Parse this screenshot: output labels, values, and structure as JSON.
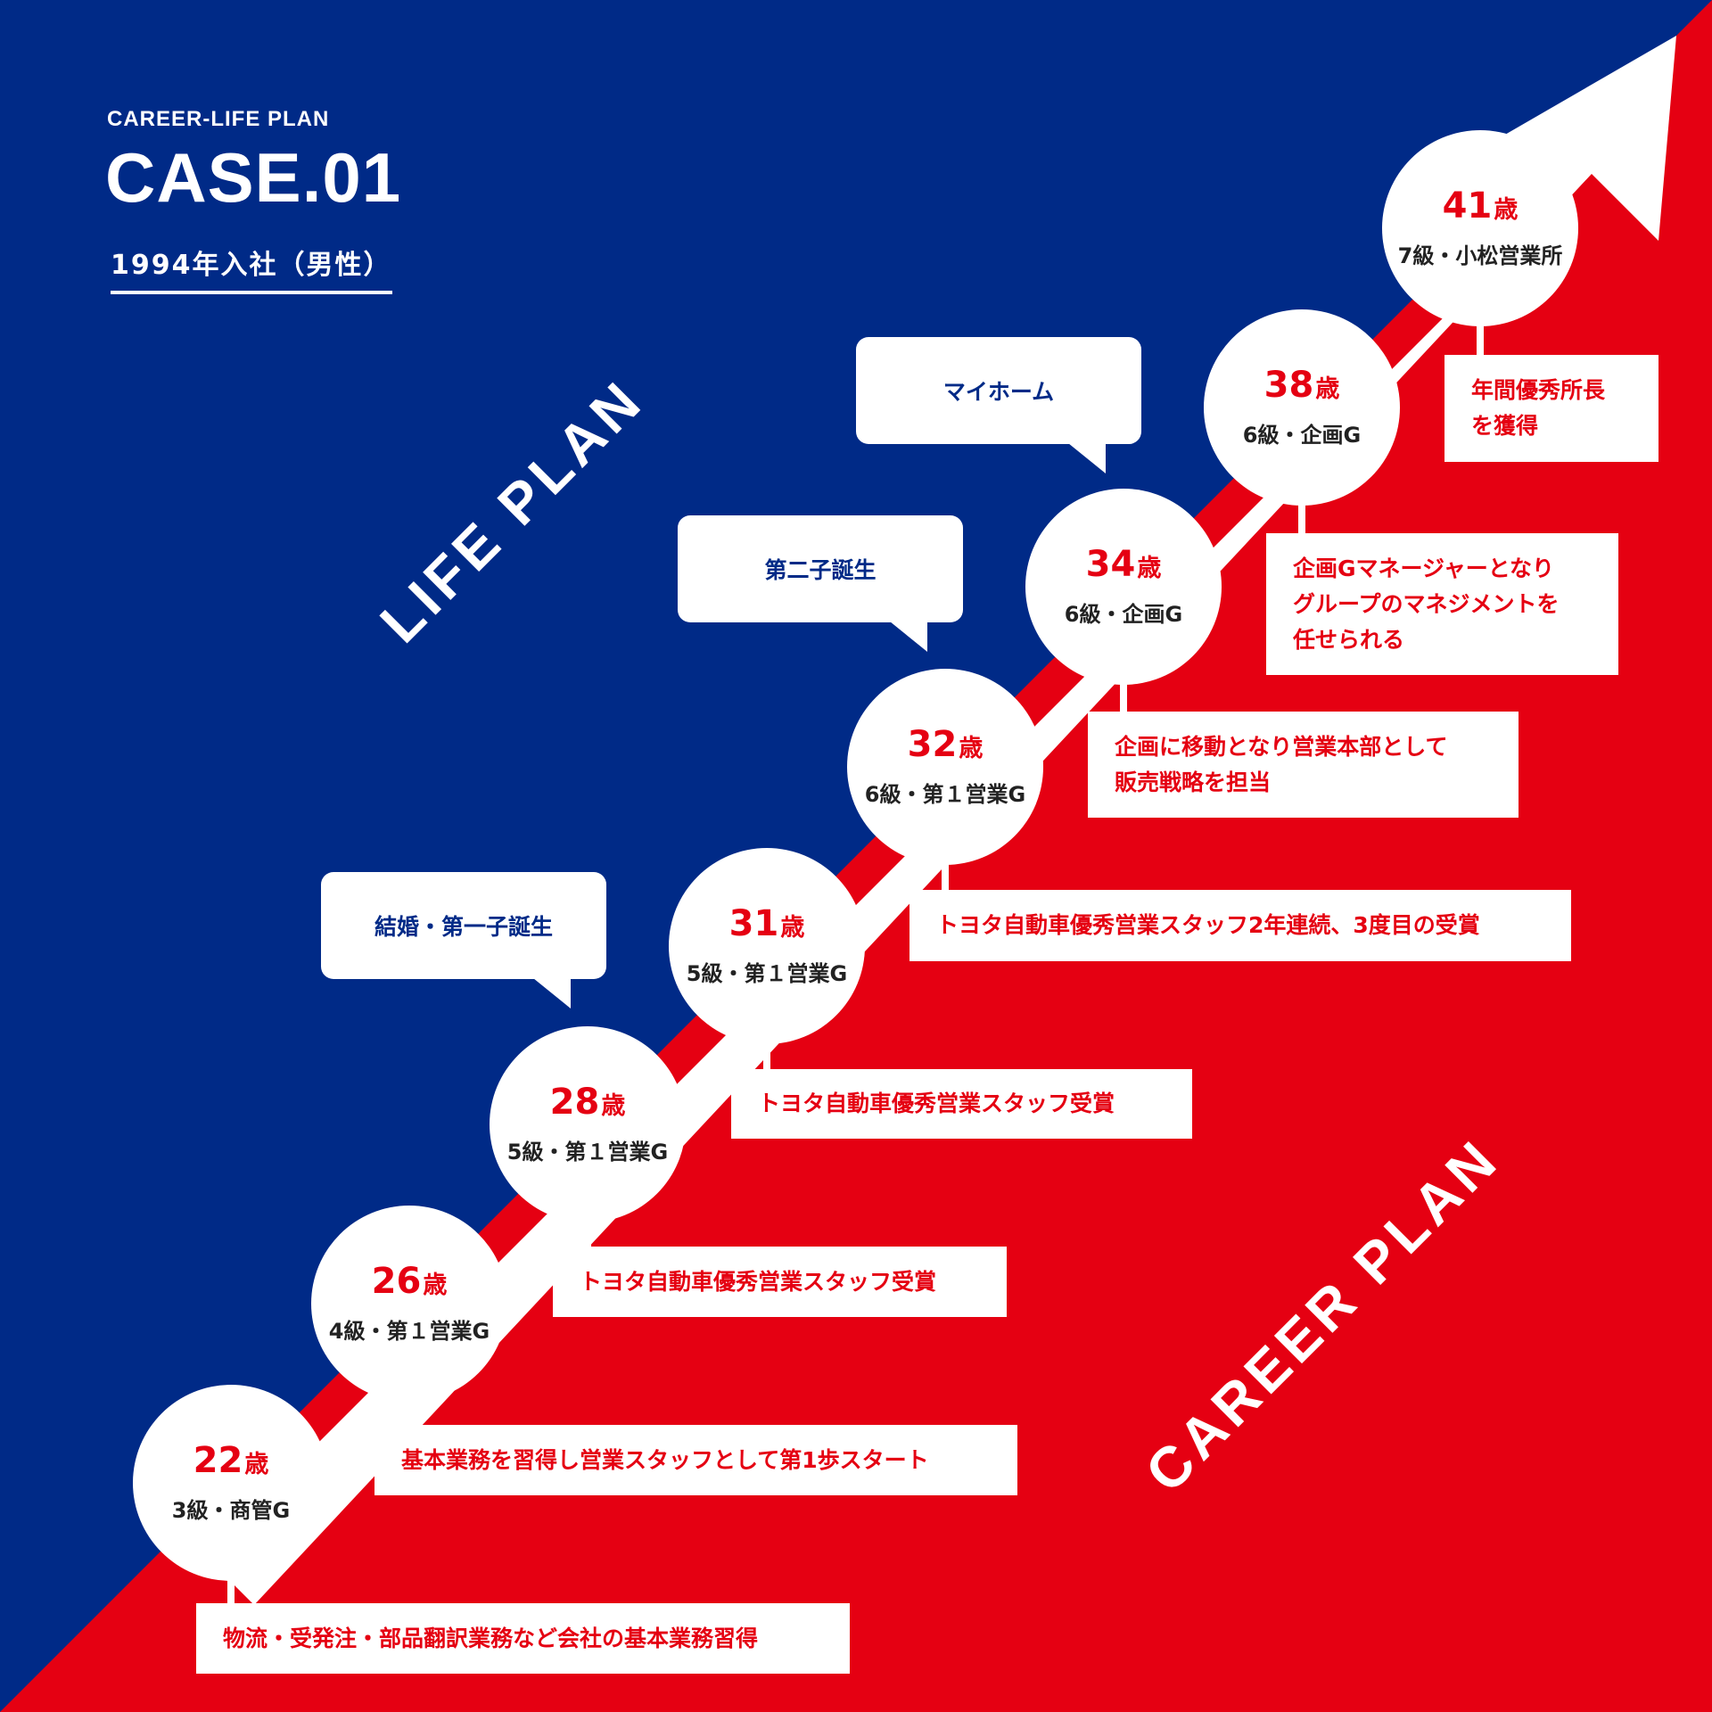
{
  "colors": {
    "life_blue": "#002a87",
    "career_red": "#e50012",
    "white": "#ffffff",
    "post_text": "#222222"
  },
  "header": {
    "subtitle": "CAREER-LIFE PLAN",
    "title": "CASE.01",
    "meta": "1994年入社（男性）"
  },
  "labels": {
    "life_plan": "LIFE PLAN",
    "career_plan": "CAREER PLAN"
  },
  "milestones": [
    {
      "age": "22",
      "unit": "歳",
      "post": "3級・商管G",
      "career": [
        "物流・受発注・部品翻訳業務など会社の基本業務習得"
      ]
    },
    {
      "age": "26",
      "unit": "歳",
      "post": "4級・第１営業G",
      "career": [
        "基本業務を習得し営業スタッフとして第1歩スタート"
      ]
    },
    {
      "age": "28",
      "unit": "歳",
      "post": "5級・第１営業G",
      "career": [
        "トヨタ自動車優秀営業スタッフ受賞"
      ]
    },
    {
      "age": "31",
      "unit": "歳",
      "post": "5級・第１営業G",
      "career": [
        "トヨタ自動車優秀営業スタッフ受賞"
      ]
    },
    {
      "age": "32",
      "unit": "歳",
      "post": "6級・第１営業G",
      "career": [
        "トヨタ自動車優秀営業スタッフ2年連続、3度目の受賞"
      ]
    },
    {
      "age": "34",
      "unit": "歳",
      "post": "6級・企画G",
      "career": [
        "企画に移動となり営業本部として",
        "販売戦略を担当"
      ]
    },
    {
      "age": "38",
      "unit": "歳",
      "post": "6級・企画G",
      "career": [
        "企画Gマネージャーとなり",
        "グループのマネジメントを",
        "任せられる"
      ]
    },
    {
      "age": "41",
      "unit": "歳",
      "post": "7級・小松営業所",
      "career": [
        "年間優秀所長",
        "を獲得"
      ]
    }
  ],
  "life_events": [
    {
      "label": "結婚・第一子誕生"
    },
    {
      "label": "第二子誕生"
    },
    {
      "label": "マイホーム"
    }
  ]
}
